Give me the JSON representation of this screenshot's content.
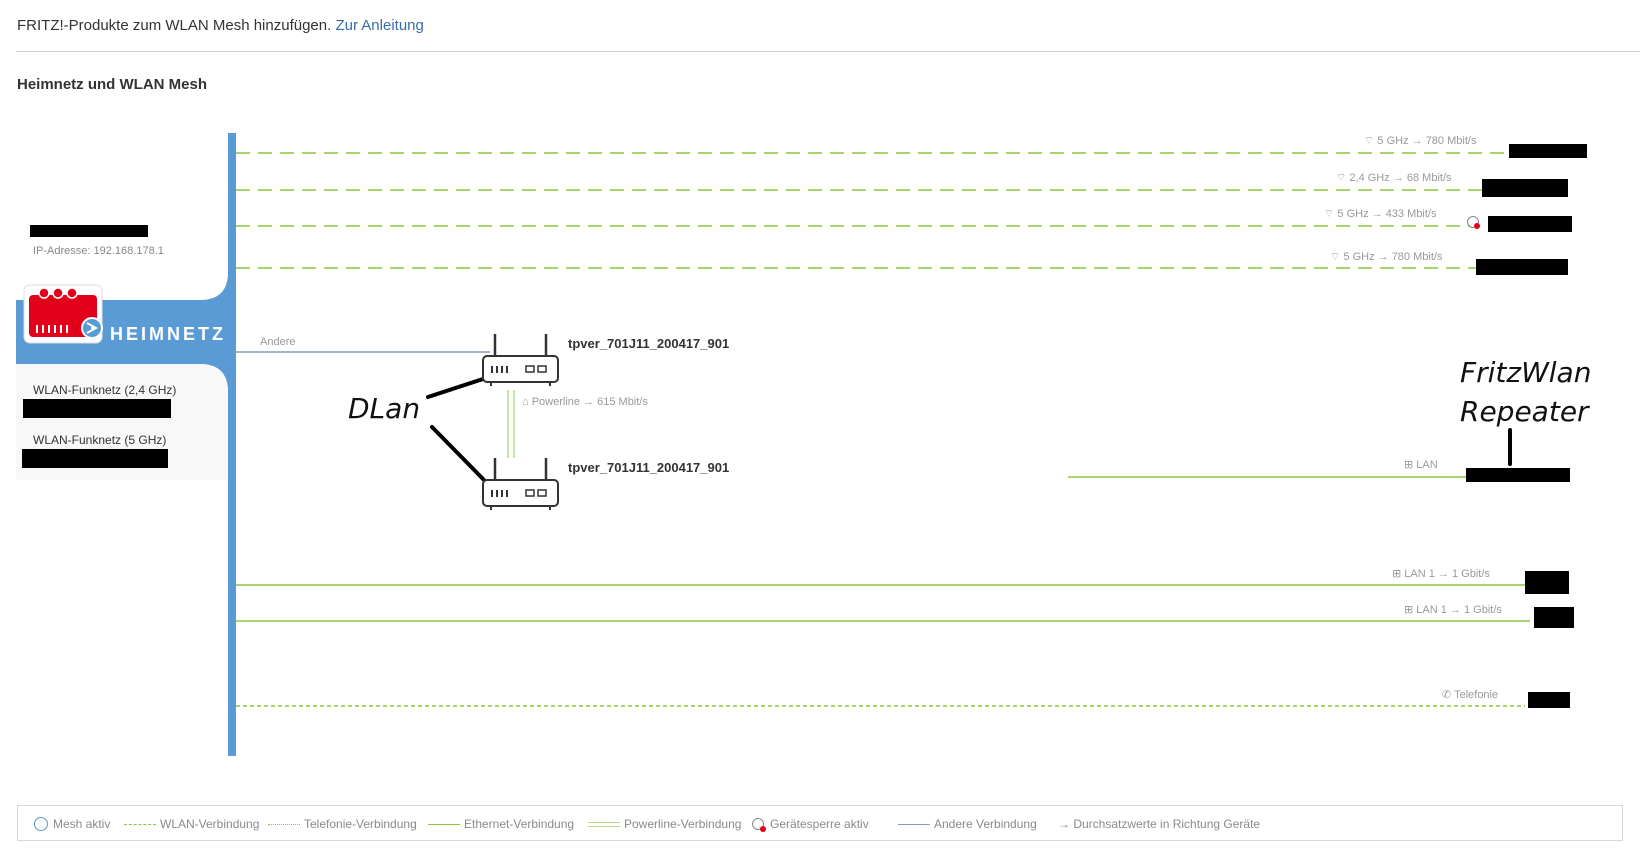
{
  "intro": {
    "text": "FRITZ!-Produkte zum WLAN Mesh hinzufügen.",
    "link": "Zur Anleitung"
  },
  "section_title": "Heimnetz und WLAN Mesh",
  "home": {
    "ip_label": "IP-Adresse: 192.168.178.1",
    "heimnetz_label": "HEIMNETZ",
    "wlan_24": "WLAN-Funknetz (2,4 GHz)",
    "wlan_5": "WLAN-Funknetz (5 GHz)"
  },
  "connections": {
    "wifi1": "5 GHz  → 780 Mbit/s",
    "wifi2": "2,4 GHz  → 68 Mbit/s",
    "wifi3": "5 GHz  → 433 Mbit/s",
    "wifi4": "5 GHz  → 780 Mbit/s",
    "andere": "Andere",
    "powerline": "Powerline → 615 Mbit/s",
    "lan_repeater": "LAN",
    "lan1": "LAN 1  → 1 Gbit/s",
    "lan2": "LAN 1  → 1 Gbit/s",
    "telefonie": "Telefonie"
  },
  "devices": {
    "dlan1": "tpver_701J11_200417_901",
    "dlan2": "tpver_701J11_200417_901"
  },
  "annotations": {
    "dlan": "DLan",
    "repeater_line1": "FritzWlan",
    "repeater_line2": "Repeater"
  },
  "legend": {
    "mesh": "Mesh aktiv",
    "wlan": "WLAN-Verbindung",
    "telefonie": "Telefonie-Verbindung",
    "ethernet": "Ethernet-Verbindung",
    "powerline": "Powerline-Verbindung",
    "sperre": "Gerätesperre aktiv",
    "andere": "Andere Verbindung",
    "durchsatz": "→ Durchsatzwerte in Richtung Geräte"
  },
  "colors": {
    "backbone": "#5b9bd5",
    "wlan_line": "#8cc63f",
    "ethernet_line": "#8cc63f",
    "other_line": "#8a9bb0",
    "fritz_red": "#e2001a"
  }
}
